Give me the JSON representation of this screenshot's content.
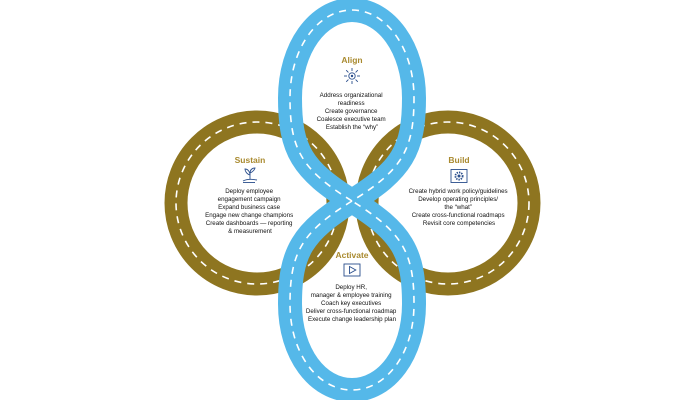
{
  "colors": {
    "blue_road": "#55b8e9",
    "gold_road": "#8e7520",
    "dash": "#ffffff",
    "title_gold": "#a98a2f",
    "icon_blue": "#2a4e8c",
    "text": "#111111"
  },
  "sections": {
    "align": {
      "title": "Align",
      "icon": "sun-network-icon",
      "lines": [
        "Address organizational",
        "readiness",
        "Create governance",
        "Coalesce executive team",
        "Establish the “why”"
      ]
    },
    "build": {
      "title": "Build",
      "icon": "gear-icon",
      "lines": [
        "Create hybrid work policy/guidelines",
        "Develop operating principles/",
        "the “what”",
        "Create cross-functional roadmaps",
        "Revisit core competencies"
      ]
    },
    "activate": {
      "title": "Activate",
      "icon": "play-icon",
      "lines": [
        "Deploy HR,",
        "manager & employee training",
        "Coach key executives",
        "Deliver cross-functional roadmap",
        "Execute change leadership plan"
      ]
    },
    "sustain": {
      "title": "Sustain",
      "icon": "hand-plant-icon",
      "lines": [
        "Deploy employee",
        "engagement campaign",
        "Expand business case",
        "Engage new change champions",
        "Create dashboards — reporting",
        "& measurement"
      ]
    }
  }
}
